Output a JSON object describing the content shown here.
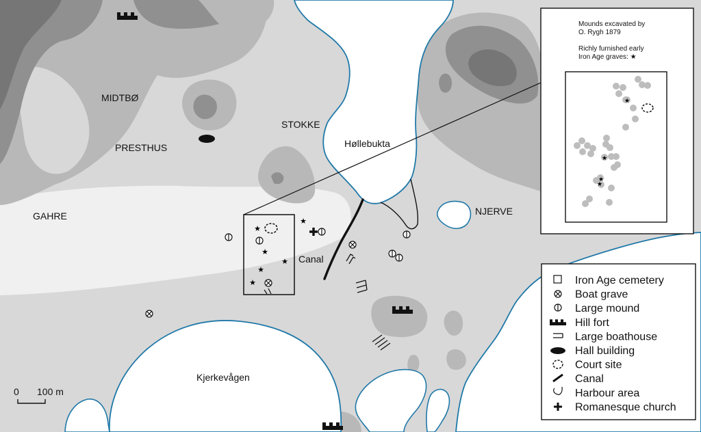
{
  "map": {
    "places": {
      "midtbo": "MIDTBØ",
      "presthus": "PRESTHUS",
      "stokke": "STOKKE",
      "gahre": "GAHRE",
      "hollebukta": "Høllebukta",
      "njerve": "NJERVE",
      "canal": "Canal",
      "kjerkevagen": "Kjerkevågen"
    },
    "scale": {
      "zero": "0",
      "distance": "100 m"
    },
    "inset": {
      "line1": "Mounds excavated by",
      "line2": "O. Rygh 1879",
      "line3": "Richly furnished early",
      "line4": "Iron Age graves: ★"
    },
    "legend": {
      "items": [
        {
          "label": "Iron Age cemetery",
          "icon": "square-icon"
        },
        {
          "label": "Boat grave",
          "icon": "circle-cross-icon"
        },
        {
          "label": "Large mound",
          "icon": "circle-bar-icon"
        },
        {
          "label": "Hill fort",
          "icon": "hill-fort-icon"
        },
        {
          "label": "Large boathouse",
          "icon": "boathouse-icon"
        },
        {
          "label": "Hall building",
          "icon": "ellipse-icon"
        },
        {
          "label": "Court site",
          "icon": "dashed-circle-icon"
        },
        {
          "label": "Canal",
          "icon": "canal-line-icon"
        },
        {
          "label": "Harbour area",
          "icon": "harbour-icon"
        },
        {
          "label": "Romanesque church",
          "icon": "cross-icon"
        }
      ]
    },
    "colors": {
      "water": "#ffffff",
      "lowland": "#f0f0f0",
      "terrain_light": "#d8d8d8",
      "terrain_mid": "#b8b8b8",
      "terrain_dark": "#909090",
      "terrain_darkest": "#767676",
      "shoreline": "#1f78a8"
    }
  }
}
